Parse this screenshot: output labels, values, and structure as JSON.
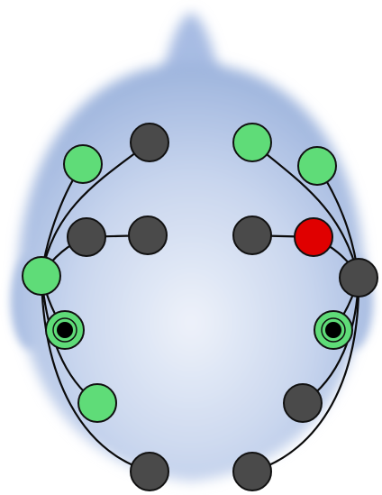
{
  "colors": {
    "background": "#ffffff",
    "head_light": "#eef2fa",
    "head_mid": "#b9c9e6",
    "head_edge": "#8fa9d6",
    "wire": "#0a0a0a",
    "electrode_green": "#5fdc78",
    "electrode_dark": "#4a4a4a",
    "electrode_red": "#e00000",
    "electrode_stroke": "#111111",
    "reference_dot": "#000000"
  },
  "legend": {},
  "electrodes": [
    {
      "id": "e1",
      "state": "active"
    },
    {
      "id": "e2",
      "state": "inactive"
    },
    {
      "id": "e3",
      "state": "inactive"
    },
    {
      "id": "e4",
      "state": "inactive"
    },
    {
      "id": "e5",
      "state": "active"
    },
    {
      "id": "e6",
      "state": "reference"
    },
    {
      "id": "e7",
      "state": "active"
    },
    {
      "id": "e8",
      "state": "inactive"
    },
    {
      "id": "e9",
      "state": "active"
    },
    {
      "id": "e10",
      "state": "active"
    },
    {
      "id": "e11",
      "state": "inactive"
    },
    {
      "id": "e12",
      "state": "highlighted"
    },
    {
      "id": "e13",
      "state": "inactive"
    },
    {
      "id": "e14",
      "state": "reference"
    },
    {
      "id": "e15",
      "state": "inactive"
    },
    {
      "id": "e16",
      "state": "inactive"
    }
  ]
}
